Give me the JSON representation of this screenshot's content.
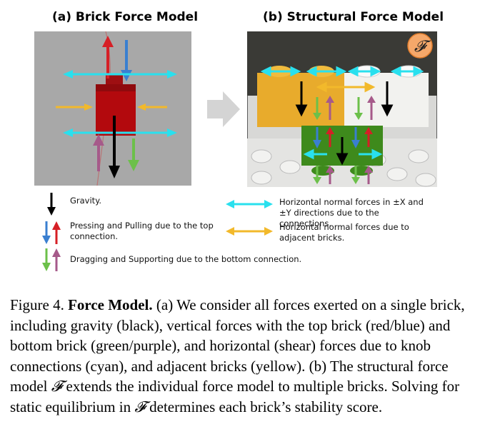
{
  "panel_a": {
    "title": "(a) Brick Force Model"
  },
  "panel_b": {
    "title": "(b) Structural Force Model",
    "badge": "𝓕"
  },
  "legend": {
    "gravity": "Gravity.",
    "pressing_pulling": "Pressing and Pulling due to the top connection.",
    "dragging_supporting": "Dragging and Supporting due to the bottom connection.",
    "horizontal_normal_connections": "Horizontal normal forces in ±X and ±Y directions due to the connections.",
    "horizontal_normal_adjacent": "Horizontal normal forces due to adjacent bricks."
  },
  "caption": {
    "label": "Figure 4.",
    "title": "Force Model.",
    "text_a": "(a) We consider all forces exerted on a single brick, including gravity (black), vertical forces with the top brick (red/blue) and bottom brick (green/purple), and horizontal (shear) forces due to knob connections (cyan), and adjacent bricks (yellow). (b) The structural force model",
    "symbol": "𝓕",
    "text_b": "extends the individual force model to multiple bricks. Solving for static equilibrium in",
    "symbol2": "𝓕",
    "text_c": "determines each brick’s stability score."
  },
  "colors": {
    "gravity": "#000000",
    "pressing": "#3a7fd0",
    "pulling": "#d61f26",
    "dragging": "#6cc04a",
    "supporting": "#a65a8a",
    "connection": "#29e0ee",
    "adjacent": "#f2b92b"
  }
}
